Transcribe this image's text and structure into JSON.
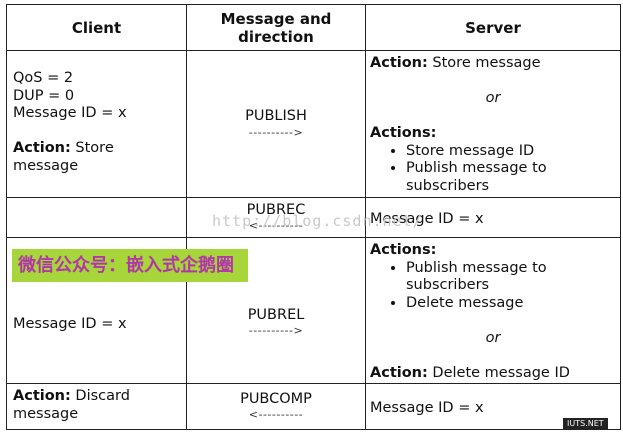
{
  "headers": {
    "client": "Client",
    "message": "Message and direction",
    "server": "Server"
  },
  "rows": [
    {
      "client_lines": [
        "QoS = 2",
        "DUP = 0",
        "Message ID = x"
      ],
      "client_action_label": "Action:",
      "client_action_text": " Store message",
      "message": "PUBLISH",
      "arrow": "---------->",
      "server_action1_label": "Action:",
      "server_action1_text": " Store message",
      "server_or": "or",
      "server_actions_label": "Actions:",
      "server_actions": [
        "Store message ID",
        "Publish message to subscribers"
      ]
    },
    {
      "message": "PUBREC",
      "arrow": "<----------",
      "server_text": "Message ID = x"
    },
    {
      "client_text": "Message ID = x",
      "message": "PUBREL",
      "arrow": "---------->",
      "server_actions_label": "Actions:",
      "server_actions": [
        "Publish message to subscribers",
        "Delete message"
      ],
      "server_or": "or",
      "server_action_label": "Action:",
      "server_action_text": " Delete message ID"
    },
    {
      "client_action_label": "Action:",
      "client_action_text": " Discard message",
      "message": "PUBCOMP",
      "arrow": "<----------",
      "server_text": "Message ID = x"
    }
  ],
  "watermark": "http://blog.csdn.net/",
  "banner": "微信公众号：嵌入式企鹅圈",
  "corner_badge": "IUTS.NET"
}
